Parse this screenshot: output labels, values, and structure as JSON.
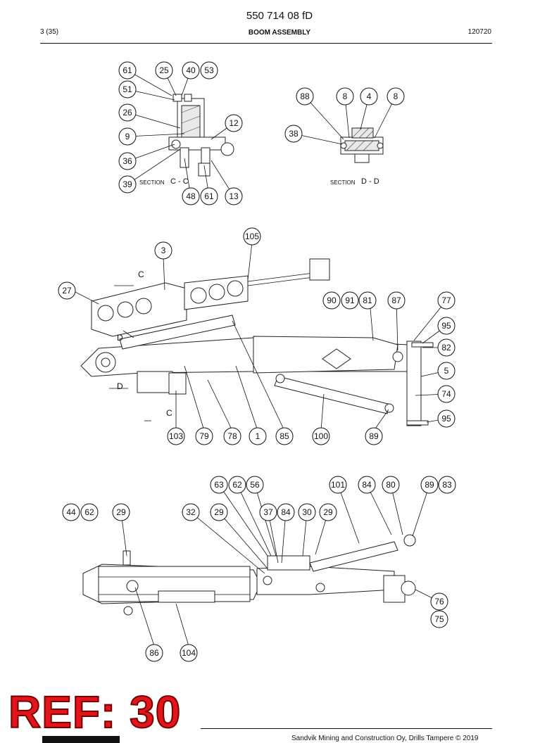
{
  "header": {
    "doc_number": "550 714 08 fD",
    "page": "3 (35)",
    "title": "BOOM ASSEMBLY",
    "date_code": "120720"
  },
  "sections": {
    "cc_word": "SECTION",
    "cc_label": "C - C",
    "dd_word": "SECTION",
    "dd_label": "D - D",
    "cut_c": "C",
    "cut_d": "D"
  },
  "callouts": {
    "section_cc": [
      "61",
      "25",
      "40",
      "53",
      "51",
      "26",
      "9",
      "12",
      "36",
      "39",
      "48",
      "61",
      "13"
    ],
    "section_dd": [
      "88",
      "8",
      "4",
      "8",
      "38"
    ],
    "side_view": [
      "105",
      "3",
      "27",
      "90",
      "91",
      "81",
      "87",
      "77",
      "95",
      "82",
      "5",
      "74",
      "95",
      "103",
      "79",
      "78",
      "1",
      "85",
      "100",
      "89"
    ],
    "top_view": [
      "63",
      "62",
      "56",
      "101",
      "84",
      "80",
      "89",
      "83",
      "44",
      "62",
      "29",
      "32",
      "29",
      "37",
      "84",
      "30",
      "29",
      "76",
      "75",
      "86",
      "104"
    ]
  },
  "footer": {
    "copyright": "Sandvik Mining and Construction Oy, Drills Tampere © 2019"
  },
  "ref_stamp": "REF: 30"
}
